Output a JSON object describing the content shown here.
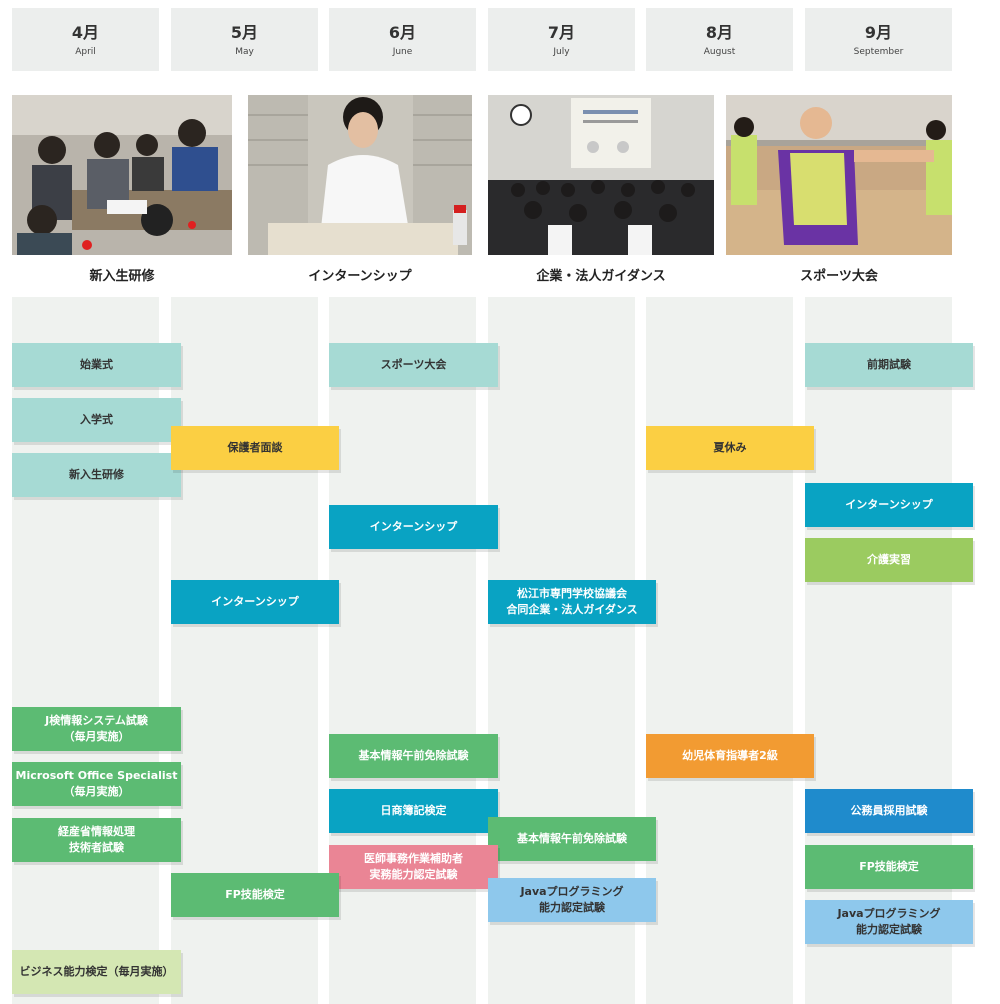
{
  "months": [
    {
      "jp": "4月",
      "en": "April"
    },
    {
      "jp": "5月",
      "en": "May"
    },
    {
      "jp": "6月",
      "en": "June"
    },
    {
      "jp": "7月",
      "en": "July"
    },
    {
      "jp": "8月",
      "en": "August"
    },
    {
      "jp": "9月",
      "en": "September"
    }
  ],
  "photos": [
    {
      "label": "新入生研修"
    },
    {
      "label": "インターンシップ"
    },
    {
      "label": "企業・法人ガイダンス"
    },
    {
      "label": "スポーツ大会"
    }
  ],
  "events": {
    "opening_ceremony": "始業式",
    "entrance_ceremony": "入学式",
    "freshman_training": "新入生研修",
    "parent_interview": "保護者面談",
    "sports_meet": "スポーツ大会",
    "summer_break": "夏休み",
    "first_term_exam": "前期試験",
    "internship_sep": "インターンシップ",
    "care_practice": "介護実習",
    "internship_jun": "インターンシップ",
    "internship_may": "インターンシップ",
    "matsue_guidance": "松江市専門学校協議会\n合同企業・法人ガイダンス",
    "j_exam": "J検情報システム試験\n（毎月実施）",
    "mos": "Microsoft Office Specialist\n（毎月実施）",
    "meti_exam": "経産省情報処理\n技術者試験",
    "fe_am_exempt_jun": "基本情報午前免除試験",
    "child_pe": "幼児体育指導者2級",
    "bookkeeping": "日商簿記検定",
    "civil_service": "公務員採用試験",
    "fe_am_exempt_jul": "基本情報午前免除試験",
    "medical_clerk": "医師事務作業補助者\n実務能力認定試験",
    "fp_sep": "FP技能検定",
    "fp_may": "FP技能検定",
    "java_jul": "Javaプログラミング\n能力認定試験",
    "java_sep": "Javaプログラミング\n能力認定試験",
    "business_ability": "ビジネス能力検定（毎月実施）"
  },
  "colors": {
    "teal": "#a6dad4",
    "yellow": "#fbcf43",
    "blue": "#09a3c3",
    "lime": "#9bcb60",
    "green": "#5cbb73",
    "orange": "#f29b32",
    "pink": "#ea8595",
    "sky": "#8ec8ec",
    "royal": "#1f8bcc",
    "pale": "#d4e7b3"
  }
}
